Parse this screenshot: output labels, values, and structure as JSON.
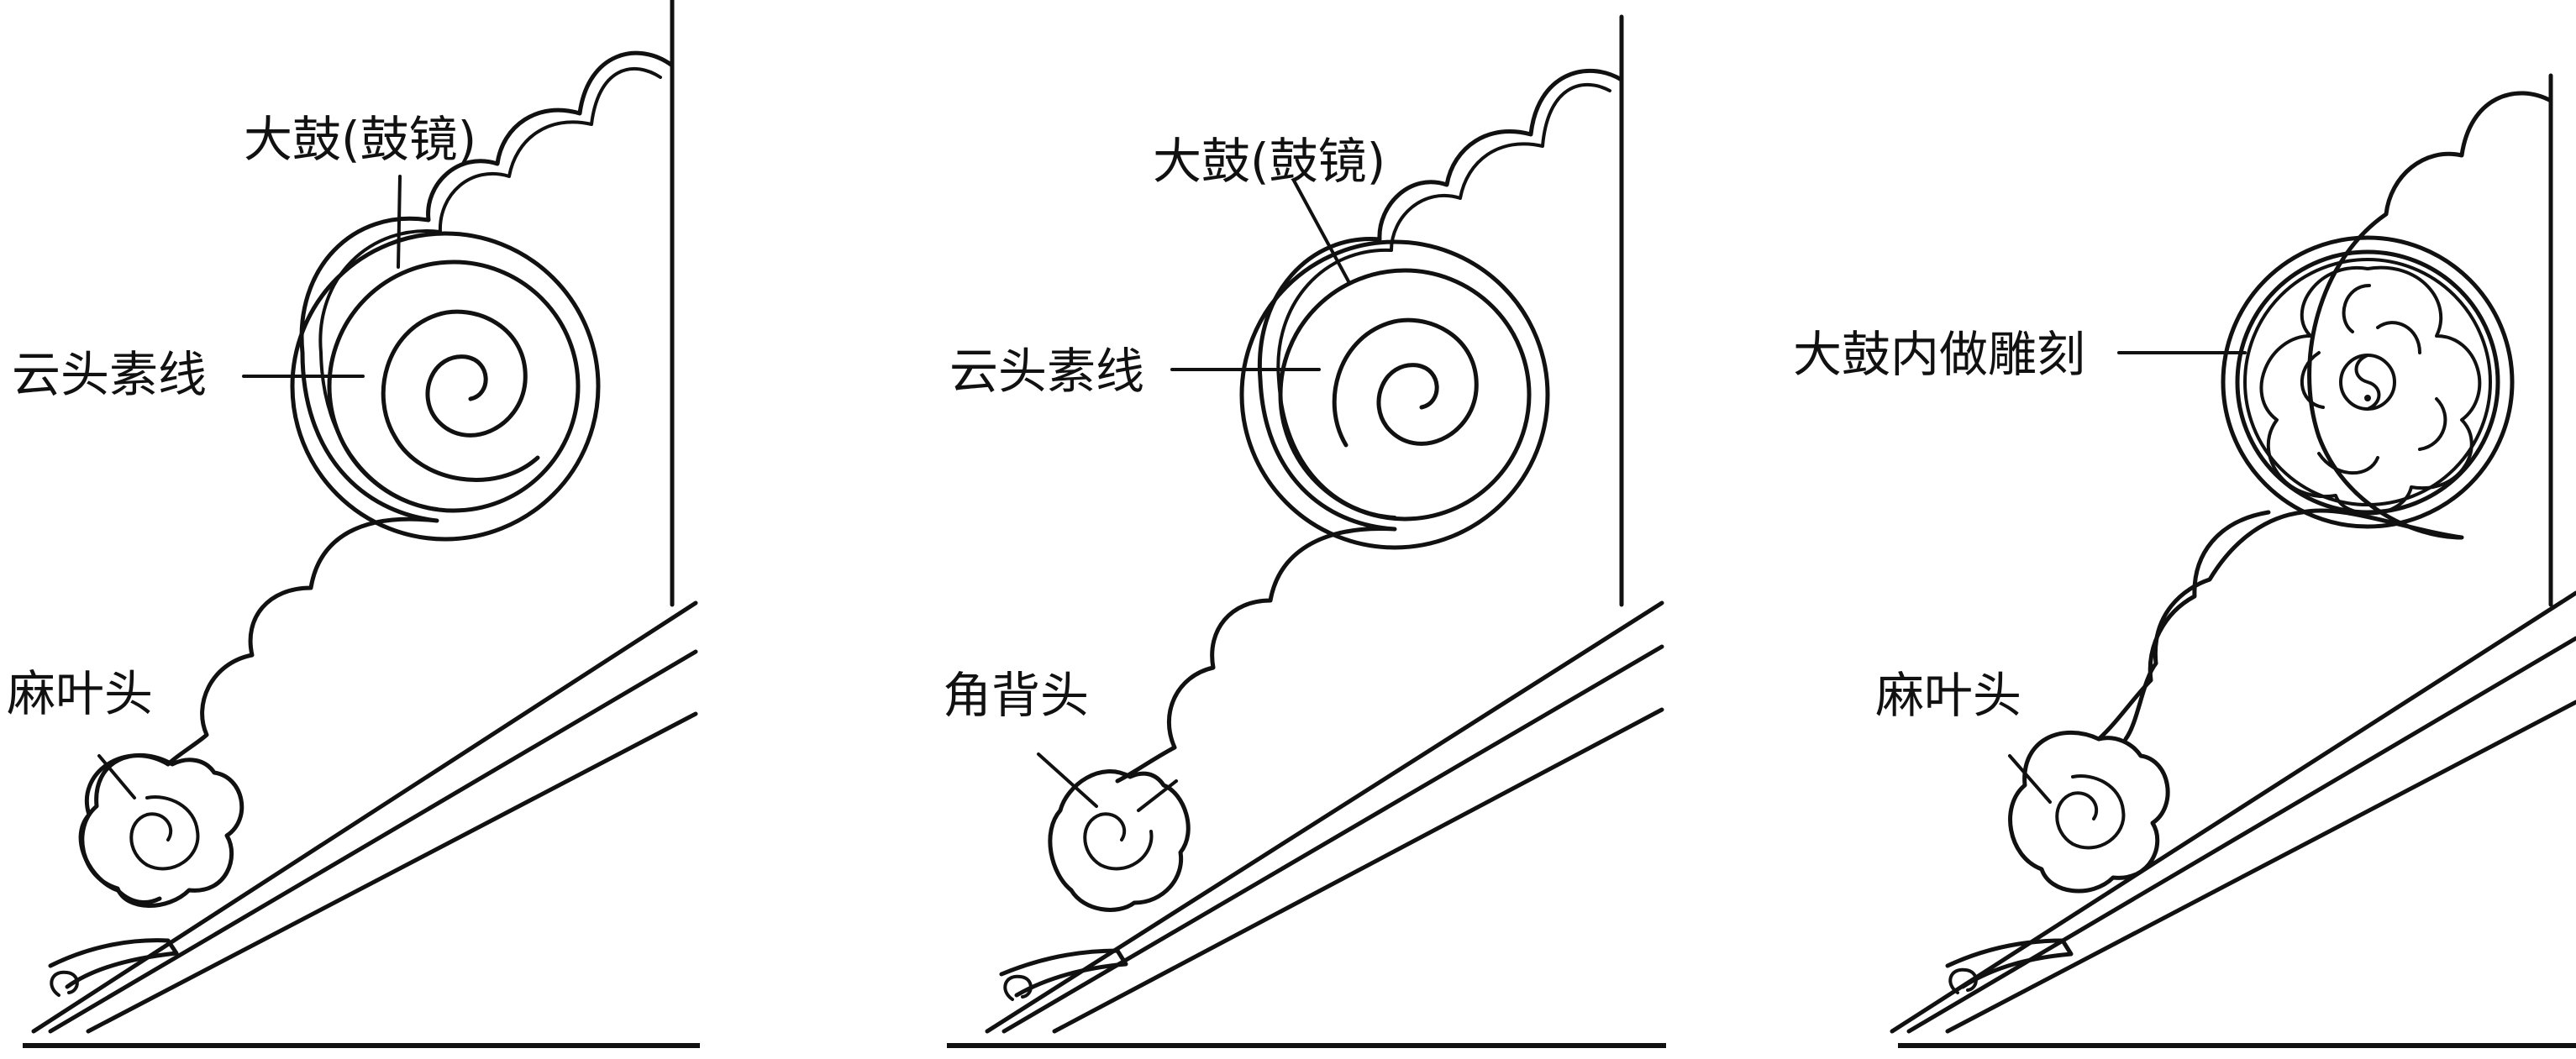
{
  "panels": [
    {
      "drum_label": "大鼓(鼓镜)",
      "middle_label": "云头素线",
      "foot_label": "麻叶头"
    },
    {
      "drum_label": "大鼓(鼓镜)",
      "middle_label": "云头素线",
      "foot_label": "角背头"
    },
    {
      "middle_label": "大鼓内做雕刻",
      "foot_label": "麻叶头"
    }
  ],
  "colors": {
    "line": "#111111",
    "background": "#ffffff"
  }
}
